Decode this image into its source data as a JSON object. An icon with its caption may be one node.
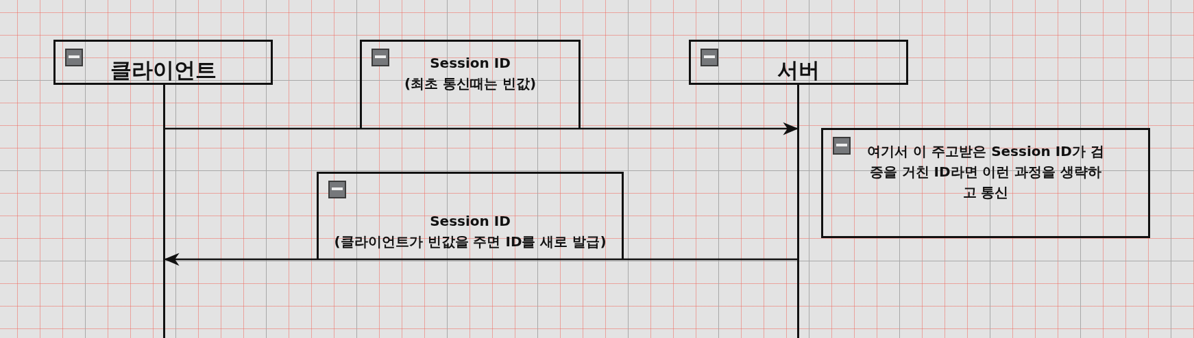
{
  "diagram": {
    "nodes": [
      {
        "text": [
          "클라이언트"
        ]
      },
      {
        "text": [],
        "shape": "bar"
      },
      {
        "text": [
          "Session ID",
          "(최초 통신때는 빈값)"
        ]
      },
      {
        "text": [
          "서버"
        ]
      },
      {
        "text": [],
        "shape": "bar"
      },
      {
        "text": [
          "여기서 이 주고받은 Session ID가 검증을 거친 ID라면 이런 과정을 생략하고 통신"
        ]
      },
      {
        "text": [
          "Session ID",
          "(클라이언트가 빈값을 주면 ID를 새로 발급)"
        ]
      }
    ],
    "edges": [
      {
        "from": 1,
        "to": 4,
        "arrow": "to"
      },
      {
        "from": 4,
        "to": 1,
        "arrow": "to"
      }
    ]
  }
}
